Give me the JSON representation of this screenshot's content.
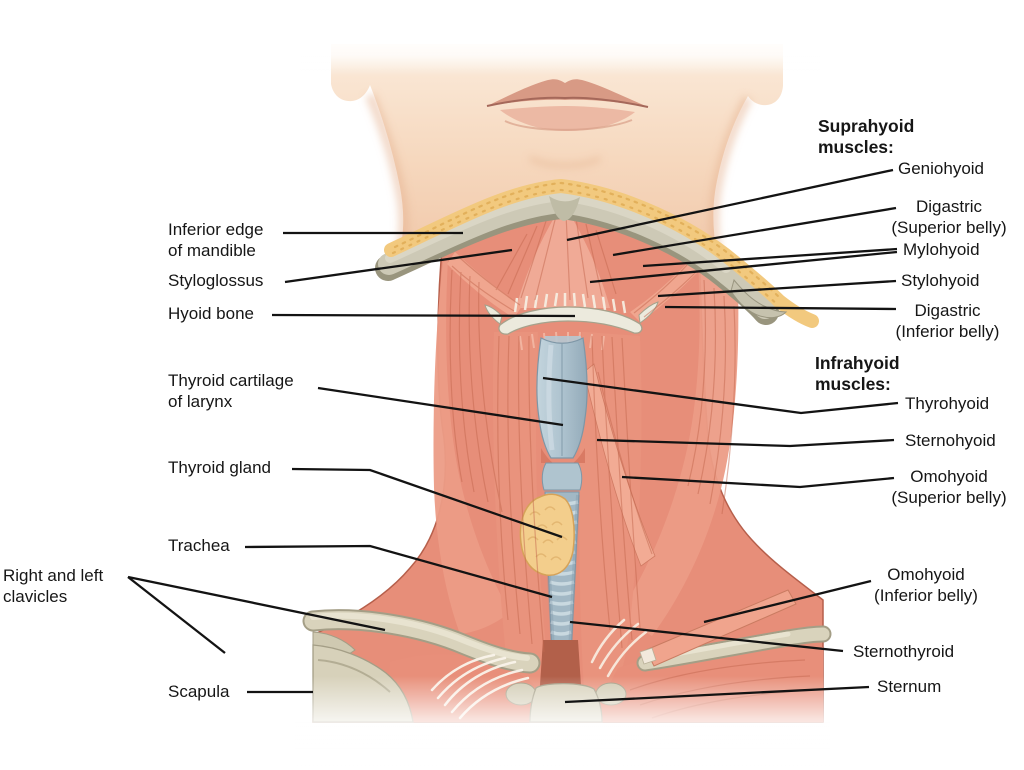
{
  "figure": {
    "illustration_alt": "Anterior view of the neck showing suprahyoid and infrahyoid muscles"
  },
  "labels": {
    "left": [
      {
        "id": "inferior-edge-of-mandible",
        "text": "Inferior edge\nof mandible"
      },
      {
        "id": "styloglossus",
        "text": "Styloglossus"
      },
      {
        "id": "hyoid-bone",
        "text": "Hyoid bone"
      },
      {
        "id": "thyroid-cartilage-of-larynx",
        "text": "Thyroid cartilage\nof larynx"
      },
      {
        "id": "thyroid-gland",
        "text": "Thyroid gland"
      },
      {
        "id": "trachea",
        "text": "Trachea"
      },
      {
        "id": "right-and-left-clavicles",
        "text": "Right and left\nclavicles"
      },
      {
        "id": "scapula",
        "text": "Scapula"
      }
    ],
    "right": [
      {
        "id": "suprahyoid-header",
        "text": "Suprahyoid\nmuscles:"
      },
      {
        "id": "geniohyoid",
        "text": "Geniohyoid"
      },
      {
        "id": "digastric-superior",
        "text": "Digastric\n(Superior belly)"
      },
      {
        "id": "mylohyoid",
        "text": "Mylohyoid"
      },
      {
        "id": "stylohyoid",
        "text": "Stylohyoid"
      },
      {
        "id": "digastric-inferior",
        "text": "Digastric\n(Inferior belly)"
      },
      {
        "id": "infrahyoid-header",
        "text": "Infrahyoid\nmuscles:"
      },
      {
        "id": "thyrohyoid",
        "text": "Thyrohyoid"
      },
      {
        "id": "sternohyoid",
        "text": "Sternohyoid"
      },
      {
        "id": "omohyoid-superior",
        "text": "Omohyoid\n(Superior belly)"
      },
      {
        "id": "omohyoid-inferior",
        "text": "Omohyoid\n(Inferior belly)"
      },
      {
        "id": "sternothyroid",
        "text": "Sternothyroid"
      },
      {
        "id": "sternum",
        "text": "Sternum"
      }
    ]
  },
  "colors": {
    "skin": "#F4D2B6",
    "muscle": "#E78E79",
    "muscle_striation": "#C4684F",
    "mandible_bone": "#CDC9B6",
    "fat_band": "#F2C97E",
    "cartilage": "#AEC3CF",
    "thyroid_gland": "#F3CE8C",
    "clavicle_bone": "#D9D3BC",
    "leader_line": "#131313",
    "label_text": "#161616"
  }
}
